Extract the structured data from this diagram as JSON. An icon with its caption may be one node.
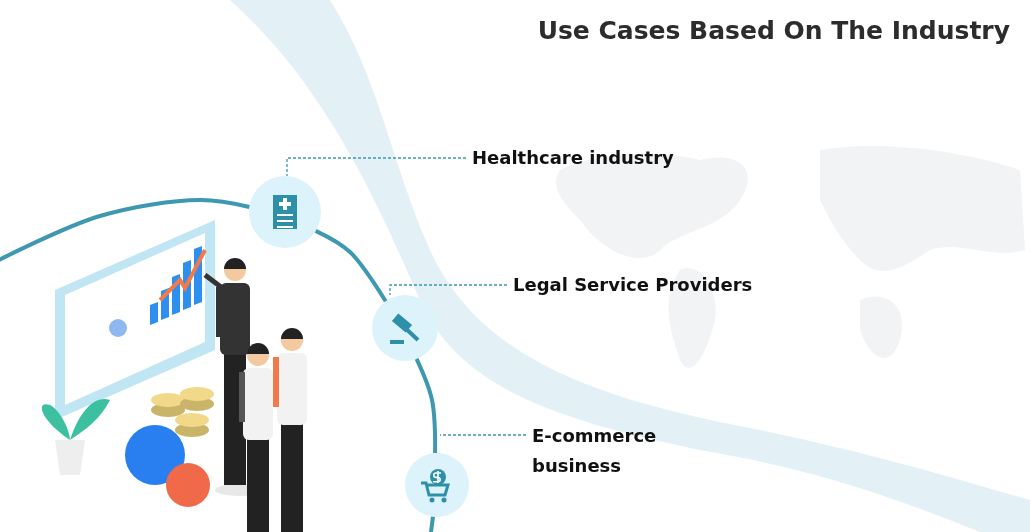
{
  "diagram": {
    "title": "Use Cases Based On The Industry",
    "nodes": [
      {
        "text": [],
        "shape": "circle"
      },
      {
        "text": [
          "Healthcare industry"
        ]
      },
      {
        "text": [],
        "shape": "circle"
      },
      {
        "text": [
          "Legal Service Providers"
        ]
      },
      {
        "text": [],
        "shape": "circle"
      },
      {
        "text": [
          "E-commerce business"
        ]
      }
    ],
    "edges": [
      {
        "from": 1,
        "to": 0,
        "arrow": "none",
        "style": "dashed"
      },
      {
        "from": 3,
        "to": 2,
        "arrow": "none",
        "style": "dashed"
      },
      {
        "from": 5,
        "to": null,
        "arrow": "none",
        "style": "dashed"
      },
      {
        "from": null,
        "to": 0,
        "arrow": "none"
      },
      {
        "from": 0,
        "to": 2,
        "arrow": "none"
      },
      {
        "from": 2,
        "to": 4,
        "arrow": "none"
      },
      {
        "from": 4,
        "to": null,
        "arrow": "none"
      }
    ]
  }
}
